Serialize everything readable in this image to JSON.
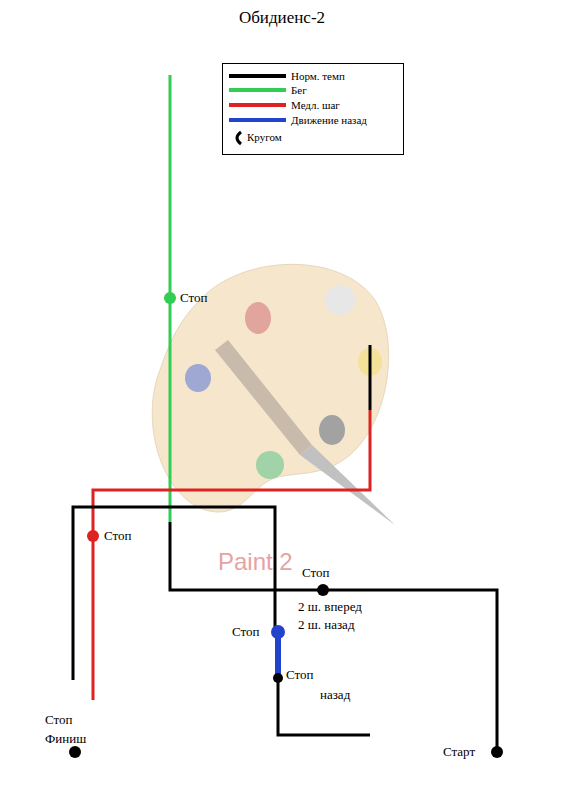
{
  "diagram": {
    "title": "Обидиенс-2",
    "labels": [
      "Стоп",
      "Стоп",
      "Стоп",
      "2 ш. вперед",
      "2 ш. назад",
      "Стоп",
      "Стоп",
      "назад",
      "Стоп",
      "Финиш",
      "Старт",
      "Paint 2"
    ],
    "legend": [
      {
        "text": "Норм. темп",
        "color": "#000000"
      },
      {
        "text": "Бег",
        "color": "#33cc55"
      },
      {
        "text": "Медл. шаг",
        "color": "#dd2222"
      },
      {
        "text": "Движение назад",
        "color": "#2244cc"
      },
      {
        "text": "Кругом"
      }
    ]
  }
}
